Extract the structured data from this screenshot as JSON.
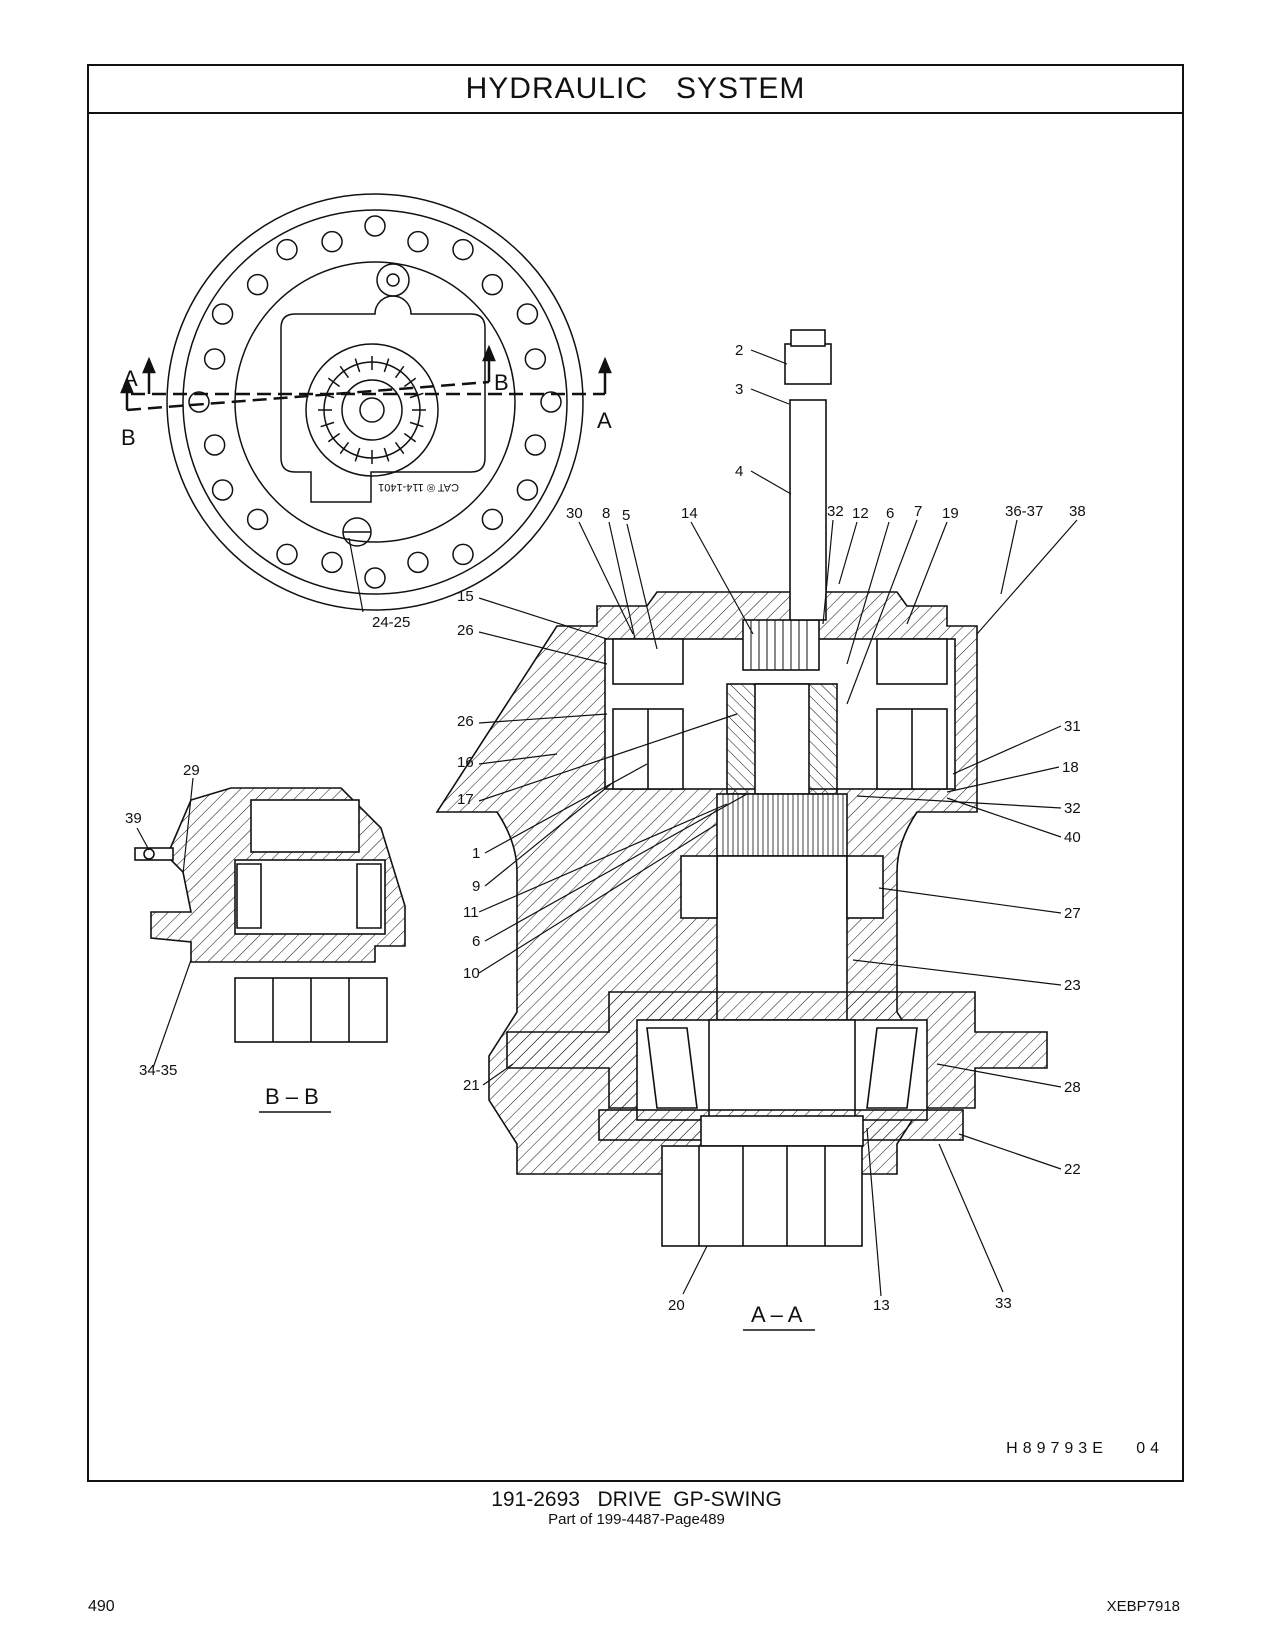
{
  "header": {
    "title": "HYDRAULIC   SYSTEM"
  },
  "figure": {
    "code": "H89793E   04",
    "section_aa": "A – A",
    "section_bb": "B – B",
    "cut_marks": [
      "A",
      "A",
      "B",
      "B"
    ],
    "hub_text": "CAT ® 114-1401",
    "callouts": {
      "c2": "2",
      "c3": "3",
      "c4": "4",
      "c30": "30",
      "c8": "8",
      "c5": "5",
      "c14": "14",
      "c32a": "32",
      "c12": "12",
      "c6a": "6",
      "c7": "7",
      "c19": "19",
      "c3637": "36-37",
      "c38": "38",
      "c15": "15",
      "c26a": "26",
      "c26b": "26",
      "c16": "16",
      "c17": "17",
      "c1": "1",
      "c9": "9",
      "c11": "11",
      "c6b": "6",
      "c10": "10",
      "c31": "31",
      "c18": "18",
      "c32b": "32",
      "c40": "40",
      "c27": "27",
      "c23": "23",
      "c28": "28",
      "c22": "22",
      "c21": "21",
      "c20": "20",
      "c13": "13",
      "c33": "33",
      "c2425": "24-25",
      "c29": "29",
      "c39": "39",
      "c3435": "34-35"
    }
  },
  "caption": {
    "main": "191-2693   DRIVE  GP-SWING",
    "sub": "Part of 199-4487-Page489"
  },
  "footer": {
    "page_number": "490",
    "doc_code": "XEBP7918"
  }
}
